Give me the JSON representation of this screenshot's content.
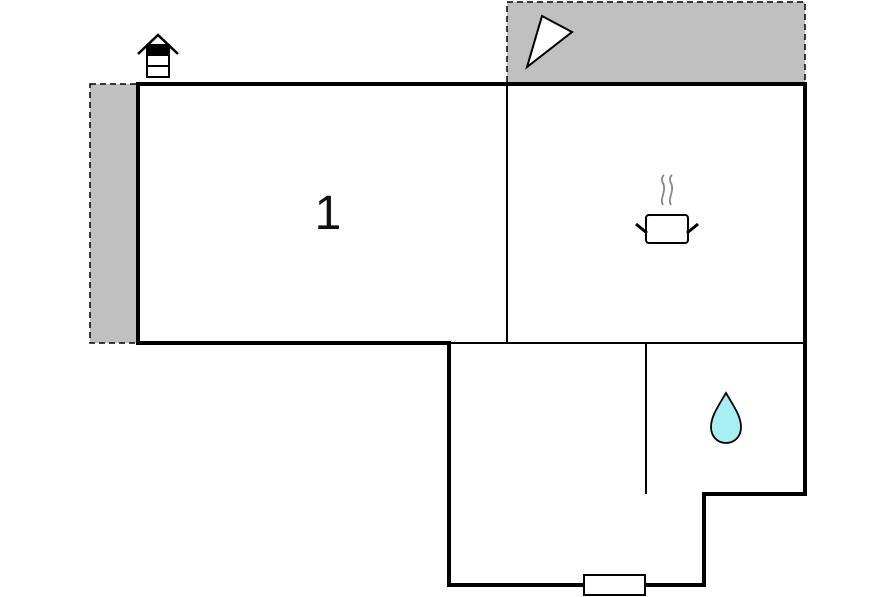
{
  "floor_plan": {
    "rooms": [
      {
        "name": "room-1",
        "label": "1"
      },
      {
        "name": "kitchen",
        "icon": "cooking-pot-icon"
      },
      {
        "name": "bathroom",
        "icon": "water-drop-icon"
      },
      {
        "name": "entrance-hall"
      }
    ],
    "icons": {
      "compass": "north-arrow-icon",
      "cooking": "cooking-pot-icon",
      "bathroom": "water-drop-icon",
      "house": "house-entrance-icon",
      "door": "entrance-door-icon"
    },
    "terraces": [
      {
        "name": "west-terrace"
      },
      {
        "name": "north-terrace"
      }
    ],
    "colors": {
      "wall": "#000000",
      "terrace": "#c0c0c0",
      "water": "#a8eef2",
      "background": "#ffffff"
    }
  }
}
